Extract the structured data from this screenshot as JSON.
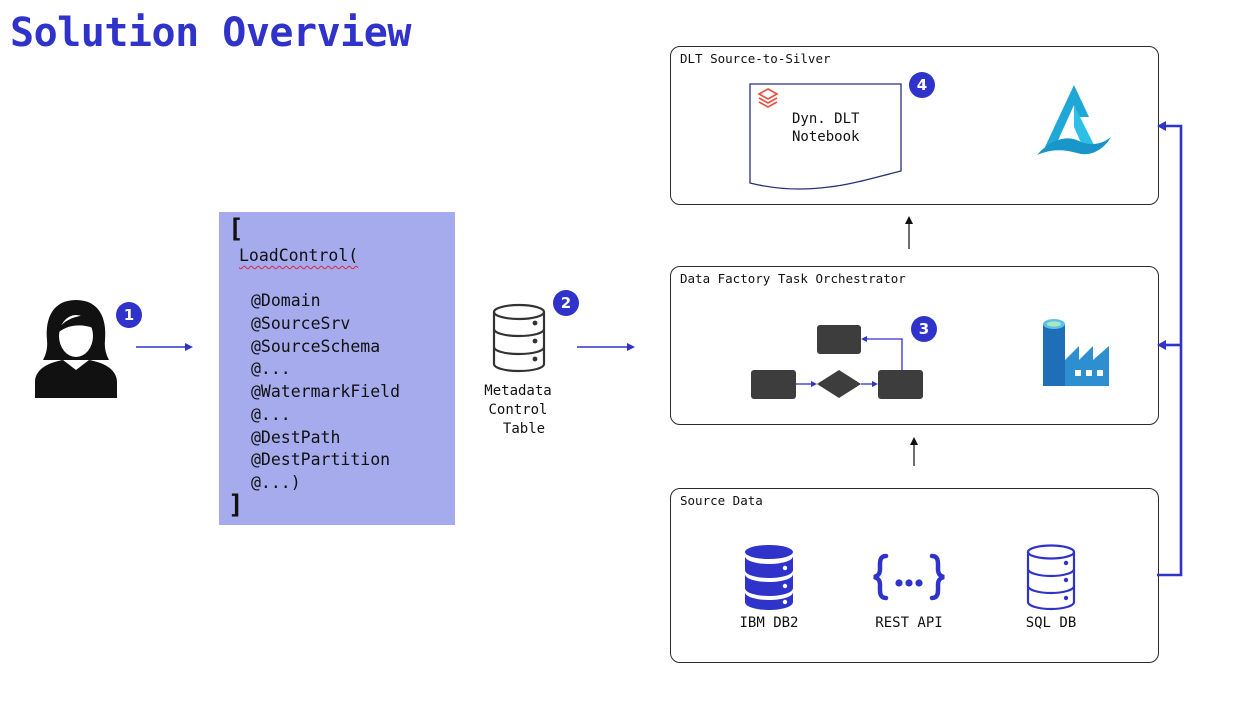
{
  "title": "Solution Overview",
  "badges": [
    "1",
    "2",
    "3",
    "4"
  ],
  "code": {
    "open_bracket": "[",
    "function": "LoadControl(",
    "params": [
      "@Domain",
      "@SourceSrv",
      "@SourceSchema",
      "@...",
      "@WatermarkField",
      "@...",
      "@DestPath",
      "@DestPartition",
      "@...)"
    ],
    "close_bracket": "]"
  },
  "metadata_table_label": [
    "Metadata",
    "Control",
    "Table"
  ],
  "panels": {
    "dlt": {
      "title": "DLT Source-to-Silver",
      "notebook_label": [
        "Dyn. DLT",
        "Notebook"
      ]
    },
    "orchestrator": {
      "title": "Data Factory Task Orchestrator"
    },
    "source": {
      "title": "Source Data",
      "items": [
        "IBM DB2",
        "REST API",
        "SQL DB"
      ]
    }
  },
  "icons": [
    "user-icon",
    "database-icon",
    "databricks-icon",
    "azure-synapse-icon",
    "azure-data-factory-icon",
    "json-braces-icon"
  ],
  "colors": {
    "accent": "#2f33c9",
    "code_box": "#a5abec",
    "flow_node": "#3d3d3d",
    "azure_light": "#5ec1e8",
    "azure_dark": "#1e6fb8",
    "databricks": "#ea4c3b"
  }
}
